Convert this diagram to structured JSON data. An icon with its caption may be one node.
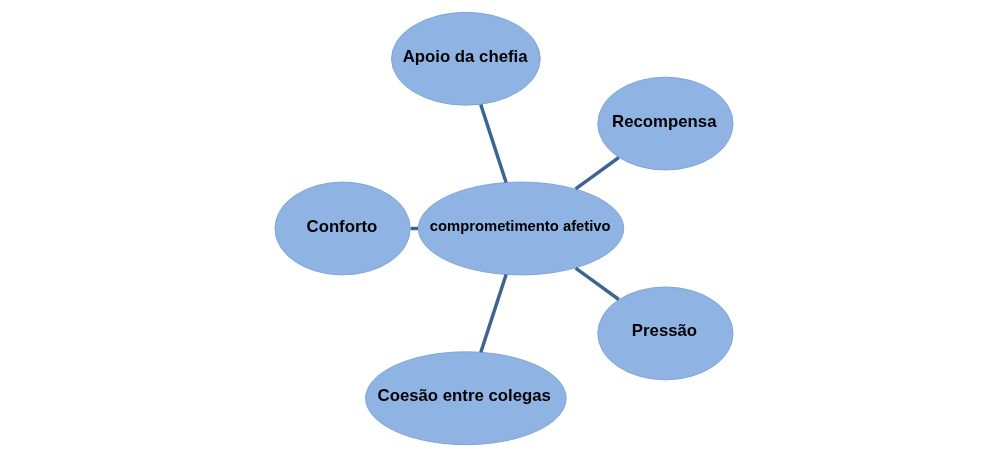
{
  "diagram": {
    "nodes": [
      {
        "text": [
          "Recompensa"
        ]
      },
      {
        "text": [
          "Apoio da chefia"
        ]
      },
      {
        "text": [
          "Conforto"
        ]
      },
      {
        "text": [
          "comprometimento afetivo"
        ]
      },
      {
        "text": [
          "Coesão entre colegas"
        ]
      },
      {
        "text": [
          "Pressão"
        ]
      }
    ],
    "edges": [
      {
        "from": 3,
        "to": 0,
        "arrow": "none"
      },
      {
        "from": 3,
        "to": 1,
        "arrow": "none"
      },
      {
        "from": 3,
        "to": 2,
        "arrow": "none"
      },
      {
        "from": 3,
        "to": 4,
        "arrow": "none"
      },
      {
        "from": 3,
        "to": 5,
        "arrow": "none"
      }
    ]
  }
}
